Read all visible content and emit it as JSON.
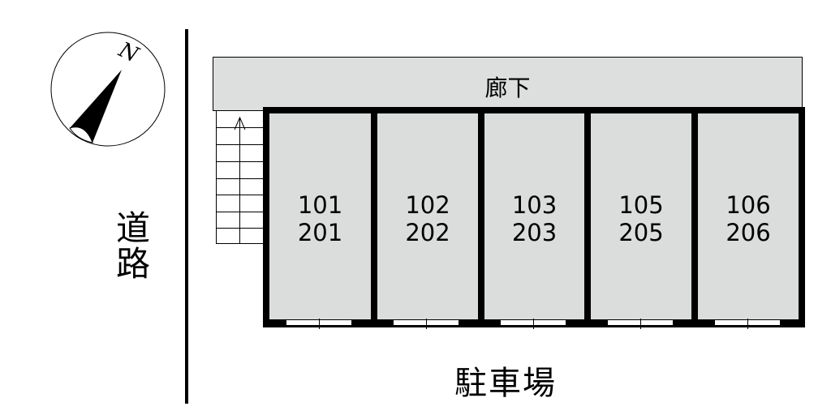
{
  "compass": {
    "label": "N"
  },
  "road": {
    "label_1": "道",
    "label_2": "路"
  },
  "corridor": {
    "label": "廊下"
  },
  "units": [
    {
      "lower": "101",
      "upper": "201"
    },
    {
      "lower": "102",
      "upper": "202"
    },
    {
      "lower": "103",
      "upper": "203"
    },
    {
      "lower": "105",
      "upper": "205"
    },
    {
      "lower": "106",
      "upper": "206"
    }
  ],
  "parking": {
    "label": "駐車場"
  },
  "colors": {
    "floor": "#dadddc",
    "wall": "#000000"
  }
}
